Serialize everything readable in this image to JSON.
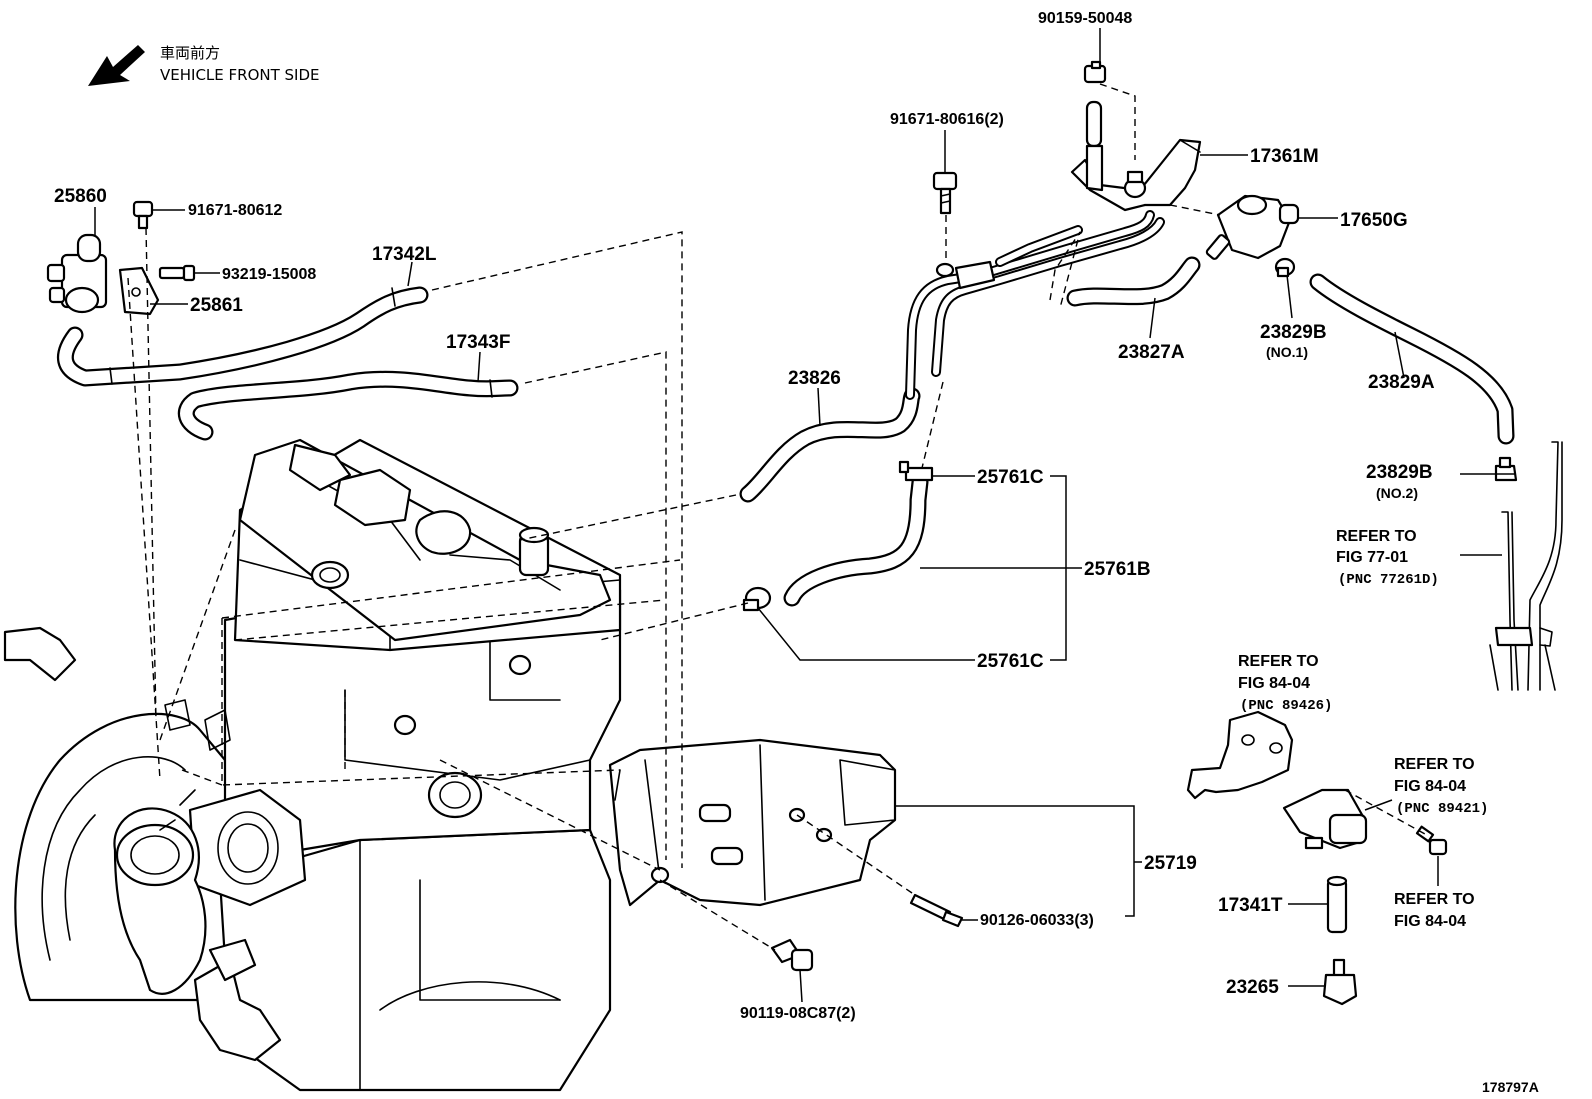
{
  "header": {
    "direction_jp": "車両前方",
    "direction_en": "VEHICLE FRONT SIDE"
  },
  "figure_id": "178797A",
  "callouts": {
    "c90159": "90159-50048",
    "c91671_616": "91671-80616(2)",
    "c17361M": "17361M",
    "c17650G": "17650G",
    "c25860": "25860",
    "c91671_612": "91671-80612",
    "c93219": "93219-15008",
    "c25861": "25861",
    "c17342L": "17342L",
    "c17343F": "17343F",
    "c23826": "23826",
    "c23827A": "23827A",
    "c23829B_1": "23829B",
    "c23829B_1_note": "(NO.1)",
    "c23829A": "23829A",
    "c23829B_2": "23829B",
    "c23829B_2_note": "(NO.2)",
    "c25761C_top": "25761C",
    "c25761B": "25761B",
    "c25761C_bot": "25761C",
    "c25719": "25719",
    "c90126": "90126-06033(3)",
    "c90119": "90119-08C87(2)",
    "c17341T": "17341T",
    "c23265": "23265"
  },
  "references": {
    "ref77": {
      "line1": "REFER TO",
      "line2": "FIG 77-01",
      "line3": "(PNC 77261D)"
    },
    "ref84a": {
      "line1": "REFER TO",
      "line2": "FIG 84-04",
      "line3": "(PNC 89426)"
    },
    "ref84b": {
      "line1": "REFER TO",
      "line2": "FIG 84-04",
      "line3": "(PNC 89421)"
    },
    "ref84c": {
      "line1": "REFER TO",
      "line2": "FIG 84-04"
    }
  }
}
